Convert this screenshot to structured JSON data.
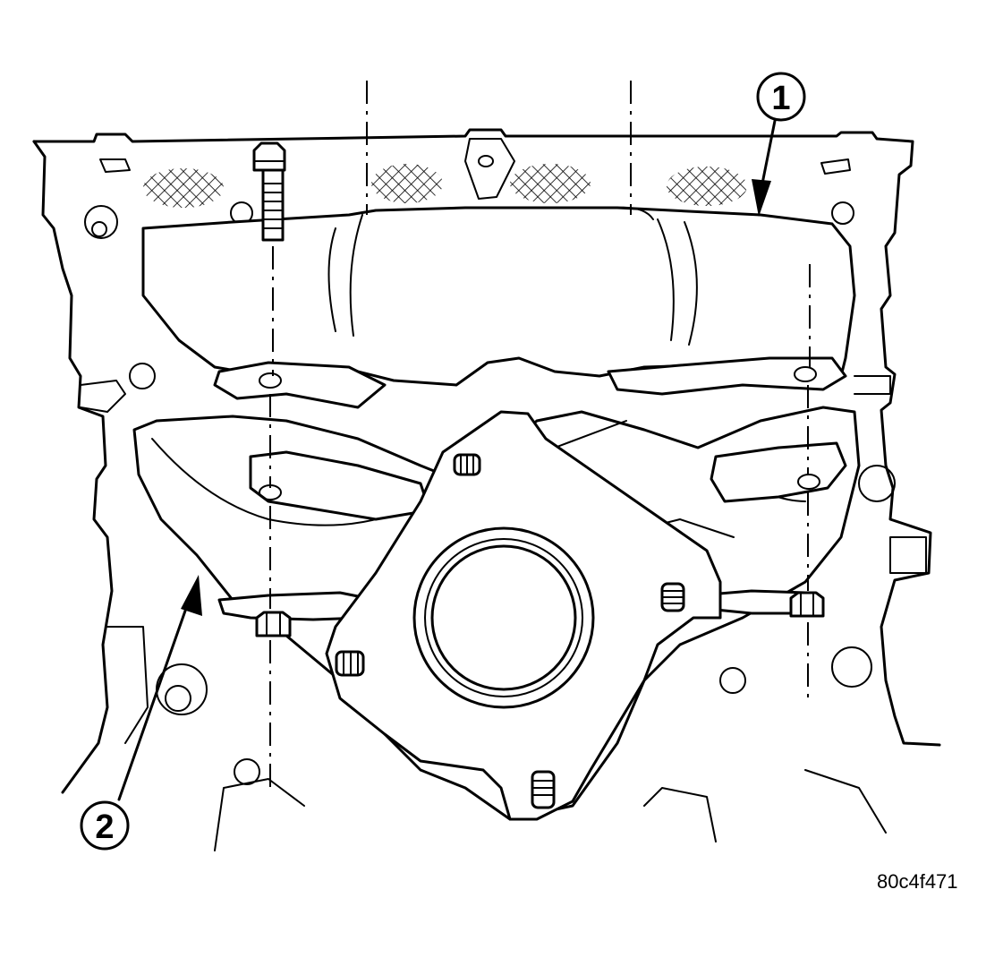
{
  "figure": {
    "code": "80c4f471"
  },
  "callouts": [
    {
      "number": "1"
    },
    {
      "number": "2"
    }
  ],
  "colors": {
    "line": "#000000",
    "background": "#ffffff"
  }
}
